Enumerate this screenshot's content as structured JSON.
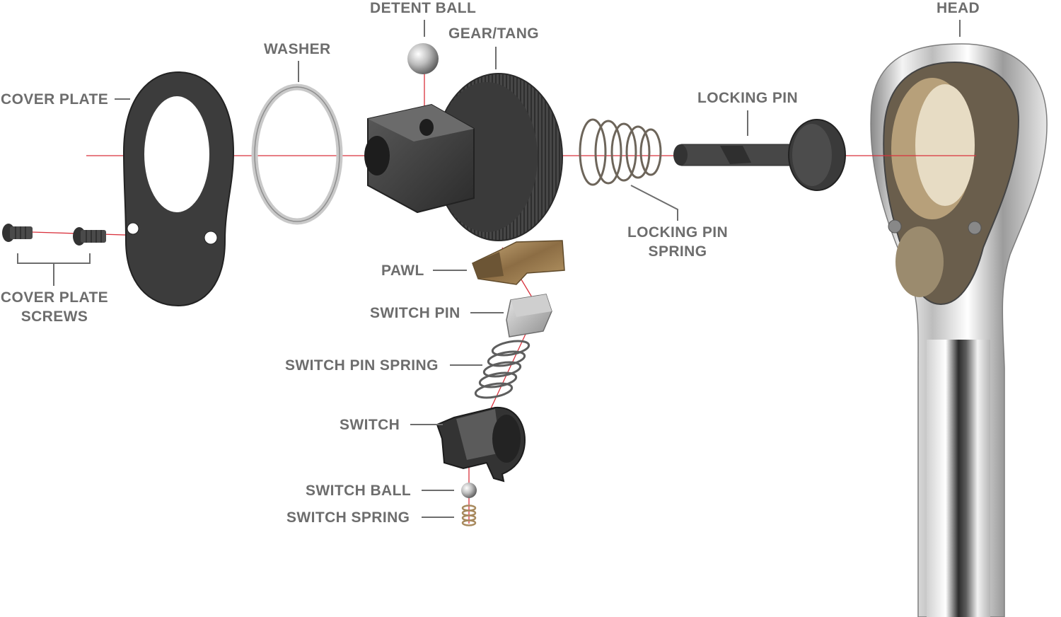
{
  "colors": {
    "label": "#6d6d6d",
    "axis_line": "#d9313c",
    "leader": "#6d6d6d",
    "dark_part": "#3e3e3e",
    "chrome": "#d8d8d8",
    "brass": "#a88a5e"
  },
  "labels": {
    "detent_ball": "DETENT BALL",
    "gear_tang": "GEAR/TANG",
    "washer": "WASHER",
    "head": "HEAD",
    "cover_plate": "COVER PLATE",
    "locking_pin": "LOCKING PIN",
    "locking_pin_spring_1": "LOCKING PIN",
    "locking_pin_spring_2": "SPRING",
    "cover_plate_screws_1": "COVER PLATE",
    "cover_plate_screws_2": "SCREWS",
    "pawl": "PAWL",
    "switch_pin": "SWITCH PIN",
    "switch_pin_spring": "SWITCH PIN SPRING",
    "switch": "SWITCH",
    "switch_ball": "SWITCH BALL",
    "switch_spring": "SWITCH SPRING"
  }
}
